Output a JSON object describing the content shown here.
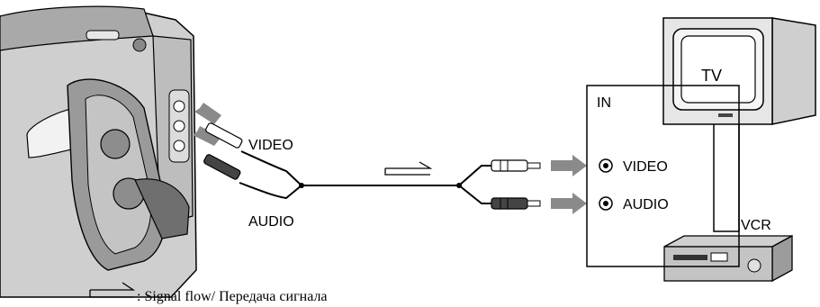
{
  "camcorder": {
    "left_labels": {
      "video": "VIDEO",
      "audio": "AUDIO"
    }
  },
  "panel": {
    "in_label": "IN",
    "ports": {
      "video": "VIDEO",
      "audio": "AUDIO"
    }
  },
  "tv": {
    "label": "TV"
  },
  "vcr": {
    "label": "VCR"
  },
  "legend": {
    "text": ": Signal flow/ Передача сигнала"
  },
  "colors": {
    "line": "#000000",
    "arrow_gray": "#8a8a8a",
    "body_light": "#d8d8d8",
    "body_mid": "#b5b5b5",
    "body_dark": "#6e6e6e"
  }
}
